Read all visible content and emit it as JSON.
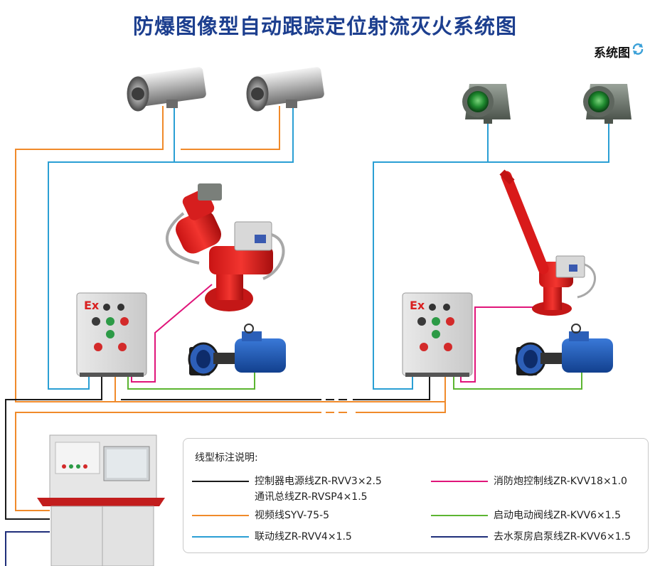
{
  "title": "防爆图像型自动跟踪定位射流灭火系统图",
  "toggle": {
    "label": "系统图",
    "icon": "refresh-icon"
  },
  "panel_labels": {
    "ex_left": "Ex",
    "ex_right": "Ex"
  },
  "colors": {
    "power": "#1a1a1a",
    "video": "#f08a2a",
    "linkage": "#2a9fd4",
    "cannon_ctrl": "#e0157a",
    "valve": "#5cb531",
    "pump": "#1f2f7a"
  },
  "legend": {
    "title": "线型标注说明:",
    "items": [
      {
        "key": "power",
        "text": "控制器电源线ZR-RVV3×2.5",
        "text2": "通讯总线ZR-RVSP4×1.5"
      },
      {
        "key": "video",
        "text": "视频线SYV-75-5"
      },
      {
        "key": "linkage",
        "text": "联动线ZR-RVV4×1.5"
      },
      {
        "key": "cannon_ctrl",
        "text": "消防炮控制线ZR-KVV18×1.0"
      },
      {
        "key": "valve",
        "text": "启动电动阀线ZR-KVV6×1.5"
      },
      {
        "key": "pump",
        "text": "去水泵房启泵线ZR-KVV6×1.5"
      }
    ]
  }
}
